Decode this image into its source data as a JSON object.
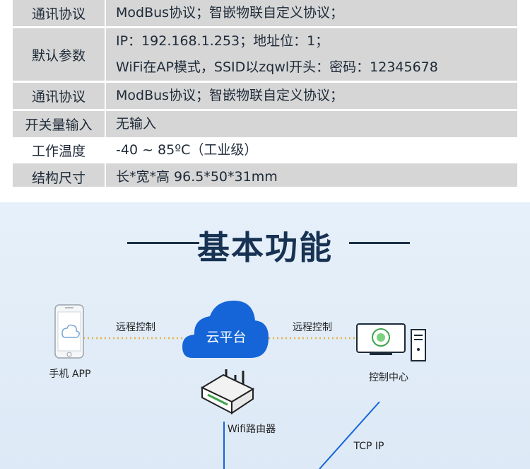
{
  "specs": [
    {
      "label": "通讯协议",
      "lines": [
        "ModBus协议；智嵌物联自定义协议；"
      ]
    },
    {
      "label": "默认参数",
      "lines": [
        "IP：192.168.1.253；地址位：1；",
        "WiFi在AP模式，SSID以zqwl开头：密码：12345678"
      ]
    },
    {
      "label": "通讯协议",
      "lines": [
        "ModBus协议；智嵌物联自定义协议；"
      ]
    },
    {
      "label": "开关量输入",
      "lines": [
        "无输入"
      ]
    },
    {
      "label": "工作温度",
      "lines": [
        "-40 ~ 85ºC（工业级）"
      ]
    },
    {
      "label": "结构尺寸",
      "lines": [
        "长*宽*高  96.5*50*31mm"
      ]
    }
  ],
  "section_title": "基本功能",
  "diagram": {
    "phone_label": "手机 APP",
    "remote_left": "远程控制",
    "cloud_label": "云平台",
    "remote_right": "远程控制",
    "control_label": "控制中心",
    "router_label": "Wifi路由器",
    "tcp_label": "TCP IP"
  },
  "colors": {
    "row_gray": "#d6d6d6",
    "panel_bg": "#e3eef9",
    "cloud_blue": "#1565d8",
    "dotted": "#e6b33a",
    "title": "#173252"
  }
}
